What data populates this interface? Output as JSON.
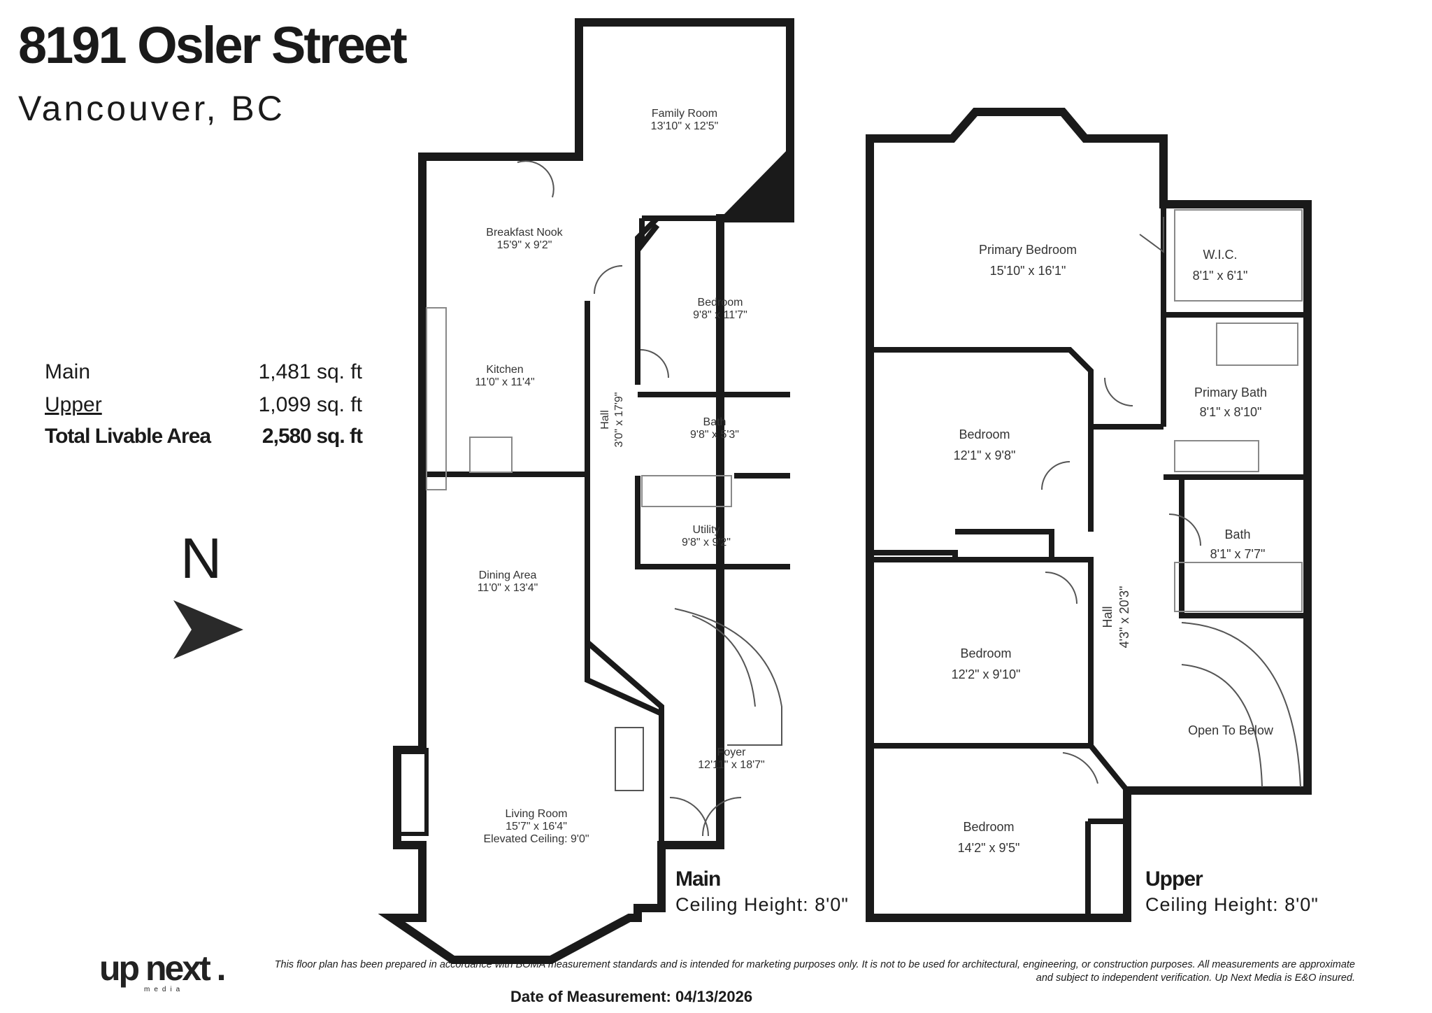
{
  "header": {
    "address": "8191 Osler Street",
    "city": "Vancouver, BC"
  },
  "areas": [
    {
      "label": "Main",
      "value": "1,481 sq. ft"
    },
    {
      "label": "Upper",
      "value": "1,099 sq. ft"
    },
    {
      "label": "Total Livable Area",
      "value": "2,580 sq. ft"
    }
  ],
  "compass": {
    "letter": "N",
    "icon": "north-arrow-icon"
  },
  "levels": {
    "main": {
      "name": "Main",
      "ceiling": "Ceiling Height: 8'0\"",
      "rooms": [
        {
          "name": "Family Room",
          "size": "13'10\" x 12'5\""
        },
        {
          "name": "Breakfast Nook",
          "size": "15'9\" x 9'2\""
        },
        {
          "name": "Bedroom",
          "size": "9'8\" x 11'7\""
        },
        {
          "name": "Kitchen",
          "size": "11'0\" x 11'4\""
        },
        {
          "name": "Hall",
          "size": "3'0\" x 17'9\""
        },
        {
          "name": "Bath",
          "size": "9'8\" x 5'3\""
        },
        {
          "name": "Utility",
          "size": "9'8\" x 9'2\""
        },
        {
          "name": "Dining Area",
          "size": "11'0\" x 13'4\""
        },
        {
          "name": "Foyer",
          "size": "12'11\" x 18'7\""
        },
        {
          "name": "Living Room",
          "size": "15'7\" x 16'4\"",
          "note": "Elevated Ceiling: 9'0\""
        }
      ]
    },
    "upper": {
      "name": "Upper",
      "ceiling": "Ceiling Height: 8'0\"",
      "rooms": [
        {
          "name": "Primary Bedroom",
          "size": "15'10\" x 16'1\""
        },
        {
          "name": "W.I.C.",
          "size": "8'1\" x 6'1\""
        },
        {
          "name": "Primary Bath",
          "size": "8'1\" x 8'10\""
        },
        {
          "name": "Bedroom",
          "size": "12'1\" x 9'8\""
        },
        {
          "name": "Bath",
          "size": "8'1\" x 7'7\""
        },
        {
          "name": "Bedroom",
          "size": "12'2\" x 9'10\""
        },
        {
          "name": "Hall",
          "size": "4'3\" x 20'3\""
        },
        {
          "name": "Open To Below",
          "size": ""
        },
        {
          "name": "Bedroom",
          "size": "14'2\" x 9'5\""
        }
      ]
    }
  },
  "footer": {
    "logo": "up next .",
    "logo_sub": "media",
    "disclaimer": "This floor plan has been prepared in accordance with BOMA measurement standards and is intended for marketing purposes only. It is not to be used for architectural, engineering, or construction purposes. All measurements are approximate and subject to independent verification. Up Next Media is E&O insured.",
    "date": "Date of Measurement: 04/13/2026"
  }
}
